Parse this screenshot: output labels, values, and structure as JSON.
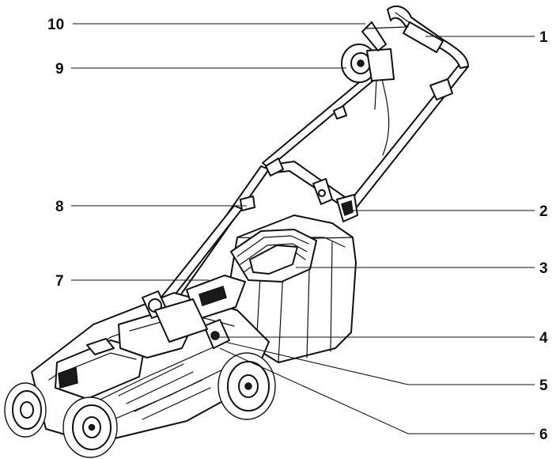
{
  "callouts": [
    {
      "number": "1",
      "side": "right"
    },
    {
      "number": "2",
      "side": "right"
    },
    {
      "number": "3",
      "side": "right"
    },
    {
      "number": "4",
      "side": "right"
    },
    {
      "number": "5",
      "side": "right"
    },
    {
      "number": "6",
      "side": "right"
    },
    {
      "number": "7",
      "side": "left"
    },
    {
      "number": "8",
      "side": "left"
    },
    {
      "number": "9",
      "side": "left"
    },
    {
      "number": "10",
      "side": "left"
    }
  ],
  "colors": {
    "line": "#111111",
    "background": "#ffffff"
  }
}
